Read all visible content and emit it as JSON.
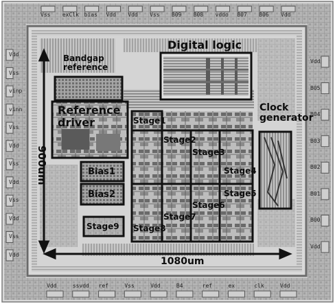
{
  "labels": {
    "bandgap": "Bandgap\nreference",
    "digital": "Digital logic",
    "refdriver": "Reference\ndriver",
    "clock": "Clock\ngenerator",
    "bias1": "Bias1",
    "bias2": "Bias2",
    "stage1": "Stage1",
    "stage2": "Stage2",
    "stage3": "Stage3",
    "stage4": "Stage4",
    "stage5": "Stage5",
    "stage6": "Stage6",
    "stage7": "Stage7",
    "stage8": "Stage8",
    "stage9": "Stage9",
    "dim_v": "900um",
    "dim_h": "1080um"
  },
  "pads": {
    "top": [
      "Vss",
      "exClk",
      "bias",
      "Vdd",
      "Vdd",
      "Vss",
      "B09",
      "B08",
      "vddo",
      "B07",
      "B06",
      "Vdd"
    ],
    "bottom": [
      "Vdd",
      "ssvdd",
      "ref",
      "Vss",
      "Vdd",
      "B4",
      "ref",
      "ex",
      "clk",
      "Vdd"
    ],
    "left": [
      "Vdd",
      "Vss",
      "vinp",
      "vinn",
      "Vss",
      "Vdd",
      "Vss",
      "Vdd",
      "Vss",
      "Vdd",
      "Vss",
      "Vdd"
    ],
    "right": [
      "Vdd",
      "B05",
      "B04",
      "B03",
      "B02",
      "B01",
      "B00",
      "Vdd"
    ]
  }
}
